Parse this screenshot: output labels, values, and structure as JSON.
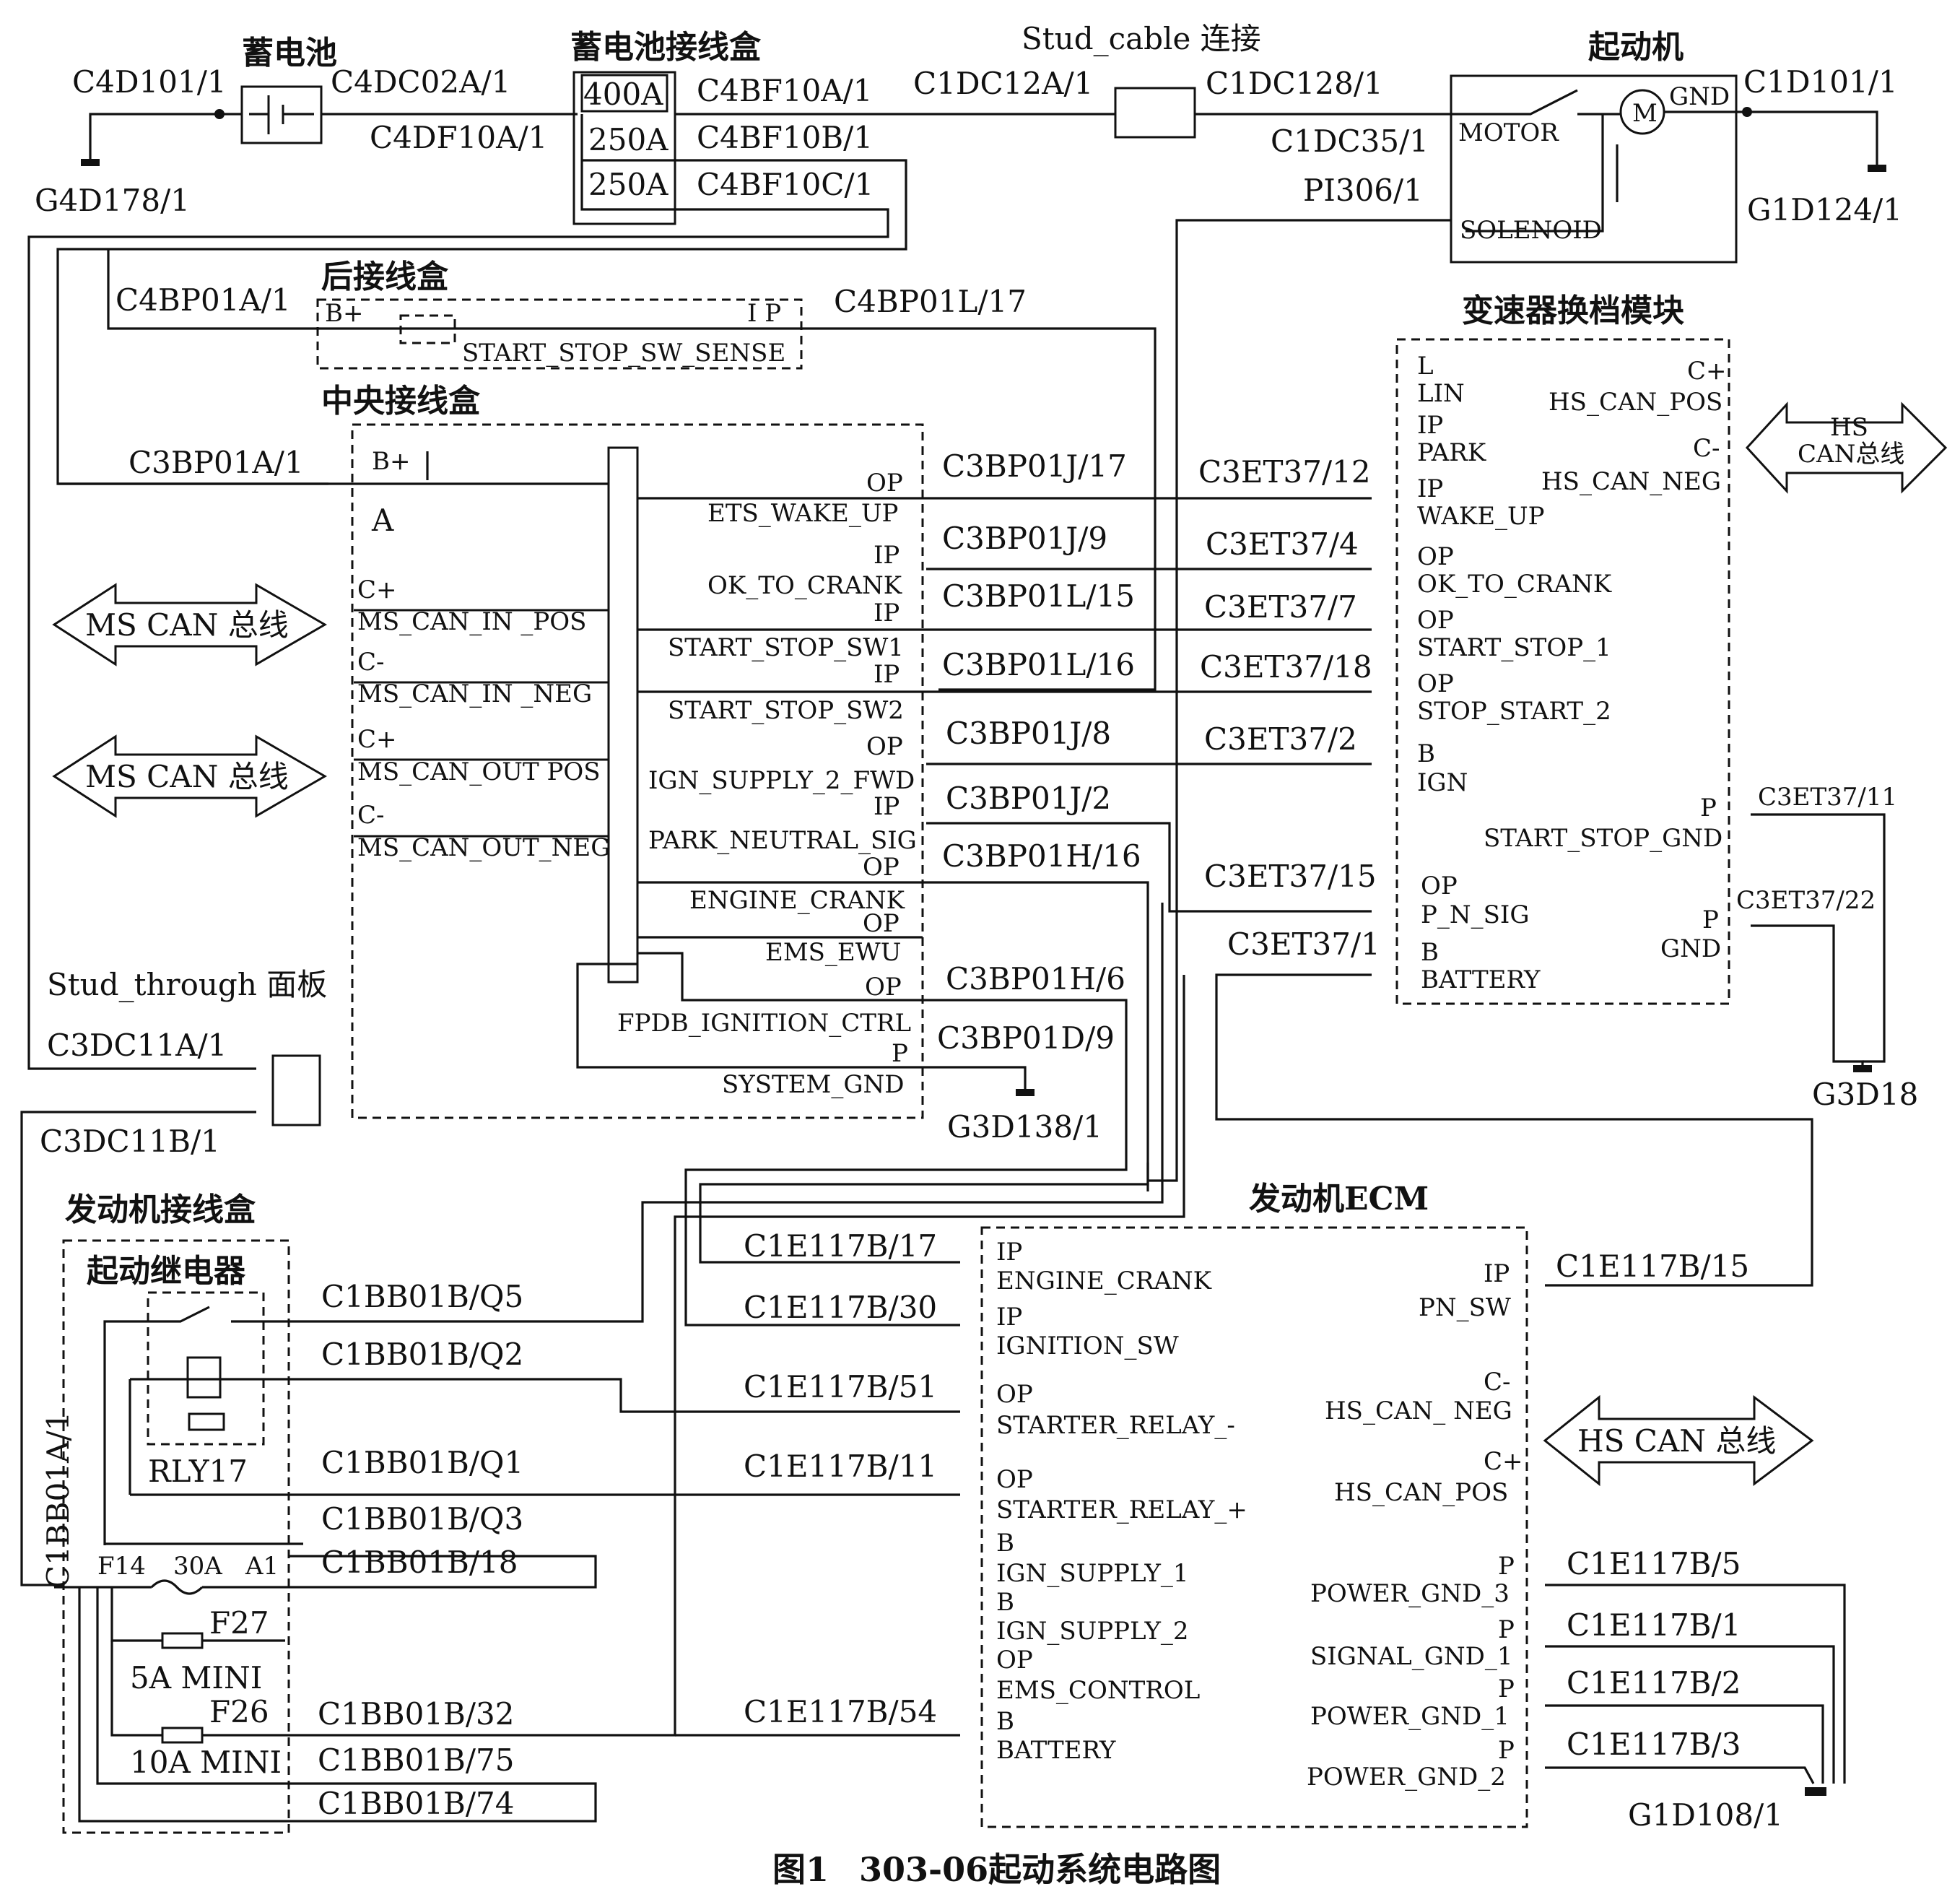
{
  "caption": {
    "figure": "图1",
    "title": "303-06起动系统电路图"
  },
  "components": {
    "battery": "蓄电池",
    "battery_jb": "蓄电池接线盒",
    "stud_cable": "Stud_cable 连接",
    "starter": "起动机",
    "rear_jb": "后接线盒",
    "central_jb": "中央接线盒",
    "tcm": "变速器换档模块",
    "stud_panel": "Stud_through 面板",
    "engine_jb": "发动机接线盒",
    "start_relay": "起动继电器",
    "ecm": "发动机ECM"
  },
  "fuses": {
    "f1": "400A",
    "f2": "250A",
    "f3": "250A",
    "f14": "F14",
    "f14_rating": "30A",
    "f14_pin": "A1",
    "f27": "F27",
    "f27_rating": "5A MINI",
    "f26": "F26",
    "f26_rating": "10A MINI",
    "relay": "RLY17"
  },
  "starter_labels": {
    "motor": "MOTOR",
    "solenoid": "SOLENOID",
    "gnd": "GND",
    "m": "M"
  },
  "buses": {
    "ms_can_1": "MS CAN 总线",
    "ms_can_2": "MS CAN 总线",
    "hs_can_tcm_1": "HS",
    "hs_can_tcm_2": "CAN总线",
    "hs_can_ecm": "HS CAN 总线"
  },
  "top_pins": {
    "c4d101": "C4D101/1",
    "g4d178": "G4D178/1",
    "c4dc02a": "C4DC02A/1",
    "c4df10a": "C4DF10A/1",
    "c4bf10a": "C4BF10A/1",
    "c4bf10b": "C4BF10B/1",
    "c4bf10c": "C4BF10C/1",
    "c1dc12a": "C1DC12A/1",
    "c1dc128": "C1DC128/1",
    "c1dc35": "C1DC35/1",
    "pi306": "PI306/1",
    "c1d101": "C1D101/1",
    "g1d124": "G1D124/1",
    "c4bp01a": "C4BP01A/1",
    "c4bp01l17": "C4BP01L/17"
  },
  "rear_jb_labels": {
    "bplus": "B+",
    "ip": "I P",
    "signal": "START_STOP_SW_SENSE"
  },
  "cjb": {
    "c3bp01a": "C3BP01A/1",
    "bplus": "B+",
    "a": "A",
    "cplus1": "C+",
    "ms_in_pos": "MS_CAN_IN _POS",
    "cminus1": "C-",
    "ms_in_neg": "MS_CAN_IN _NEG",
    "cplus2": "C+",
    "ms_out_pos": "MS_CAN_OUT POS",
    "cminus2": "C-",
    "ms_out_neg": "MS_CAN_OUT_NEG",
    "rows": [
      {
        "type": "OP",
        "name": "ETS_WAKE_UP",
        "pin": "C3BP01J/17"
      },
      {
        "type": "IP",
        "name": "OK_TO_CRANK",
        "pin": "C3BP01J/9"
      },
      {
        "type": "IP",
        "name": "START_STOP_SW1",
        "pin": "C3BP01L/15"
      },
      {
        "type": "IP",
        "name": "START_STOP_SW2",
        "pin": "C3BP01L/16"
      },
      {
        "type": "OP",
        "name": "IGN_SUPPLY_2_FWD",
        "pin": "C3BP01J/8"
      },
      {
        "type": "IP",
        "name": "PARK_NEUTRAL_SIG",
        "pin": "C3BP01J/2"
      },
      {
        "type": "OP",
        "name": "ENGINE_CRANK",
        "pin": "C3BP01H/16"
      },
      {
        "type": "OP",
        "name": "EMS_EWU",
        "pin": ""
      },
      {
        "type": "OP",
        "name": "FPDB_IGNITION_CTRL",
        "pin": "C3BP01H/6"
      },
      {
        "type": "P",
        "name": "SYSTEM_GND",
        "pin": "C3BP01D/9"
      }
    ],
    "g3d138": "G3D138/1"
  },
  "tcm": {
    "left_rows": [
      {
        "type": "L",
        "name": "LIN",
        "pin": ""
      },
      {
        "type": "IP",
        "name": "PARK",
        "pin": ""
      },
      {
        "type": "IP",
        "name": "WAKE_UP",
        "pin": "C3ET37/12"
      },
      {
        "type": "OP",
        "name": "OK_TO_CRANK",
        "pin": "C3ET37/4"
      },
      {
        "type": "OP",
        "name": "START_STOP_1",
        "pin": "C3ET37/7"
      },
      {
        "type": "OP",
        "name": "STOP_START_2",
        "pin": "C3ET37/18"
      },
      {
        "type": "B",
        "name": "IGN",
        "pin": "C3ET37/2"
      },
      {
        "type": "OP",
        "name": "P_N_SIG",
        "pin": "C3ET37/15"
      },
      {
        "type": "B",
        "name": "BATTERY",
        "pin": "C3ET37/1"
      }
    ],
    "right": {
      "cplus": "C+",
      "hs_pos": "HS_CAN_POS",
      "cminus": "C-",
      "hs_neg": "HS_CAN_NEG",
      "p1": "P",
      "ss_gnd": "START_STOP_GND",
      "p1_pin": "C3ET37/11",
      "p2": "P",
      "gnd": "GND",
      "p2_pin": "C3ET37/22",
      "ground": "G3D18"
    }
  },
  "stud_panel_pins": {
    "a": "C3DC11A/1",
    "b": "C3DC11B/1"
  },
  "engine_jb": {
    "c1bb01a": "C1BB01A/1",
    "q5": "C1BB01B/Q5",
    "q2": "C1BB01B/Q2",
    "q1": "C1BB01B/Q1",
    "q3": "C1BB01B/Q3",
    "p18": "C1BB01B/18",
    "p32": "C1BB01B/32",
    "p75": "C1BB01B/75",
    "p74": "C1BB01B/74"
  },
  "ecm": {
    "left_rows": [
      {
        "type": "IP",
        "name": "ENGINE_CRANK",
        "pin": "C1E117B/17"
      },
      {
        "type": "IP",
        "name": "IGNITION_SW",
        "pin": "C1E117B/30"
      },
      {
        "type": "OP",
        "name": "STARTER_RELAY_-",
        "pin": "C1E117B/51"
      },
      {
        "type": "OP",
        "name": "STARTER_RELAY_+",
        "pin": "C1E117B/11"
      },
      {
        "type": "B",
        "name": "IGN_SUPPLY_1",
        "pin": ""
      },
      {
        "type": "B",
        "name": "IGN_SUPPLY_2",
        "pin": ""
      },
      {
        "type": "OP",
        "name": "EMS_CONTROL",
        "pin": ""
      },
      {
        "type": "B",
        "name": "BATTERY",
        "pin": "C1E117B/54"
      }
    ],
    "right": {
      "ip": "IP",
      "pn_sw": "PN_SW",
      "pn_pin": "C1E117B/15",
      "cminus": "C-",
      "hs_neg": "HS_CAN_ NEG",
      "cplus": "C+",
      "hs_pos": "HS_CAN_POS",
      "gnds": [
        {
          "type": "P",
          "name": "POWER_GND_3",
          "pin": "C1E117B/5"
        },
        {
          "type": "P",
          "name": "SIGNAL_GND_1",
          "pin": "C1E117B/1"
        },
        {
          "type": "P",
          "name": "POWER_GND_1",
          "pin": "C1E117B/2"
        },
        {
          "type": "P",
          "name": "POWER_GND_2",
          "pin": "C1E117B/3"
        }
      ],
      "ground": "G1D108/1"
    }
  }
}
